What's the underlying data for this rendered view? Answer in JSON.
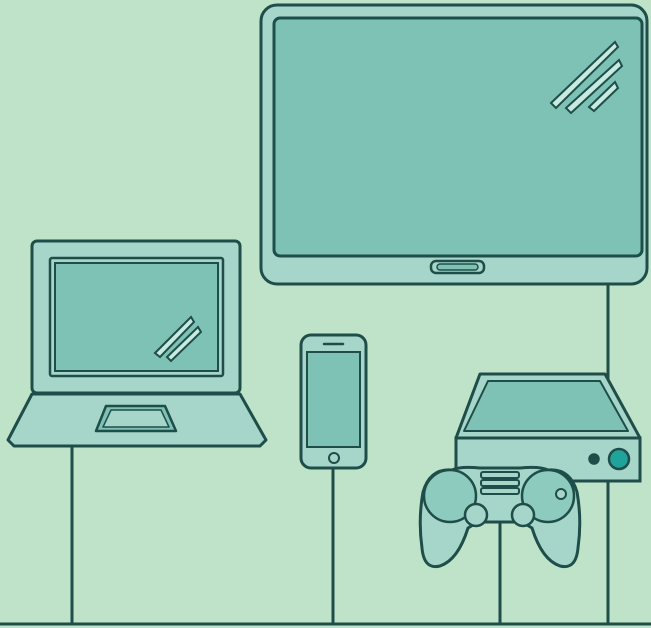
{
  "scene": {
    "description_free": true,
    "devices": [
      {
        "name": "laptop",
        "icon": "laptop-icon"
      },
      {
        "name": "smartphone",
        "icon": "smartphone-icon"
      },
      {
        "name": "tablet",
        "icon": "tablet-icon"
      },
      {
        "name": "game-console",
        "icon": "game-console-icon"
      },
      {
        "name": "game-controller",
        "icon": "gamepad-icon"
      }
    ]
  },
  "colors": {
    "background": "#bfe3c8",
    "stroke": "#1f4e4a",
    "screen": "#7ec2b6",
    "body": "#a5d6c9",
    "body_light": "#b6e0d3",
    "accent": "#20a39a"
  }
}
